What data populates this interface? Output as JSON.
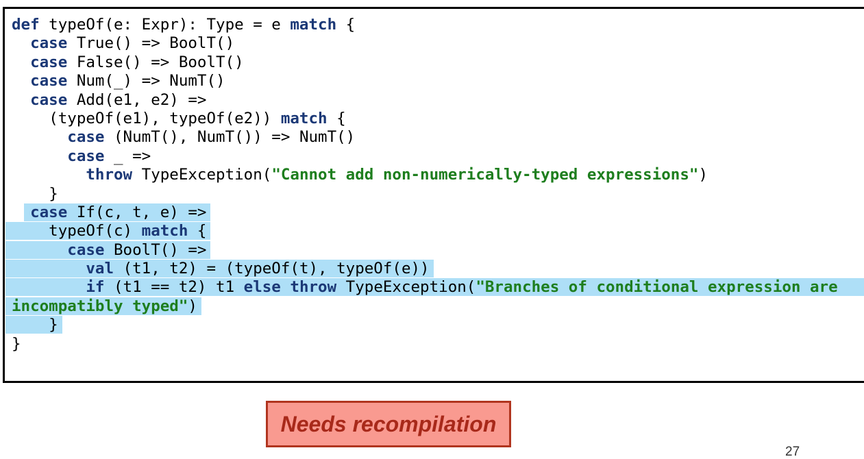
{
  "colors": {
    "keyword": "#1b3876",
    "string": "#1e7e1e",
    "plain": "#000000",
    "highlight": "#aedff7",
    "callout_bg": "#f99a90",
    "callout_border": "#b1351f",
    "callout_text": "#a8291a",
    "code_border": "#000000"
  },
  "code": {
    "language": "scala",
    "lines": [
      {
        "pre": "",
        "hl": false,
        "segments": [
          {
            "s": "kw",
            "t": "def"
          },
          {
            "s": "pl",
            "t": " typeOf(e: Expr): Type = e "
          },
          {
            "s": "kw",
            "t": "match"
          },
          {
            "s": "pl",
            "t": " {"
          }
        ]
      },
      {
        "pre": "  ",
        "hl": false,
        "segments": [
          {
            "s": "kw",
            "t": "case"
          },
          {
            "s": "pl",
            "t": " True() => BoolT()"
          }
        ]
      },
      {
        "pre": "  ",
        "hl": false,
        "segments": [
          {
            "s": "kw",
            "t": "case"
          },
          {
            "s": "pl",
            "t": " False() => BoolT()"
          }
        ]
      },
      {
        "pre": "  ",
        "hl": false,
        "segments": [
          {
            "s": "kw",
            "t": "case"
          },
          {
            "s": "pl",
            "t": " Num(_) => NumT()"
          }
        ]
      },
      {
        "pre": "  ",
        "hl": false,
        "segments": [
          {
            "s": "kw",
            "t": "case"
          },
          {
            "s": "pl",
            "t": " Add(e1, e2) =>"
          }
        ]
      },
      {
        "pre": "    ",
        "hl": false,
        "segments": [
          {
            "s": "pl",
            "t": "(typeOf(e1), typeOf(e2)) "
          },
          {
            "s": "kw",
            "t": "match"
          },
          {
            "s": "pl",
            "t": " {"
          }
        ]
      },
      {
        "pre": "      ",
        "hl": false,
        "segments": [
          {
            "s": "kw",
            "t": "case"
          },
          {
            "s": "pl",
            "t": " (NumT(), NumT()) => NumT()"
          }
        ]
      },
      {
        "pre": "      ",
        "hl": false,
        "segments": [
          {
            "s": "kw",
            "t": "case"
          },
          {
            "s": "pl",
            "t": " _ =>"
          }
        ]
      },
      {
        "pre": "        ",
        "hl": false,
        "segments": [
          {
            "s": "kw",
            "t": "throw"
          },
          {
            "s": "pl",
            "t": " TypeException("
          },
          {
            "s": "str",
            "t": "\"Cannot add non-numerically-typed expressions\""
          },
          {
            "s": "pl",
            "t": ")"
          }
        ]
      },
      {
        "pre": "    ",
        "hl": false,
        "segments": [
          {
            "s": "pl",
            "t": "}"
          }
        ]
      },
      {
        "pre": "  ",
        "hl": true,
        "segments": [
          {
            "s": "kw",
            "t": "case"
          },
          {
            "s": "pl",
            "t": " If(c, t, e) =>"
          }
        ]
      },
      {
        "pre": "",
        "hl": true,
        "segments": [
          {
            "s": "pl",
            "t": "    typeOf(c) "
          },
          {
            "s": "kw",
            "t": "match"
          },
          {
            "s": "pl",
            "t": " {"
          }
        ]
      },
      {
        "pre": "",
        "hl": true,
        "segments": [
          {
            "s": "pl",
            "t": "      "
          },
          {
            "s": "kw",
            "t": "case"
          },
          {
            "s": "pl",
            "t": " BoolT() =>"
          }
        ]
      },
      {
        "pre": "",
        "hl": true,
        "segments": [
          {
            "s": "pl",
            "t": "        "
          },
          {
            "s": "kw",
            "t": "val"
          },
          {
            "s": "pl",
            "t": " (t1, t2) = (typeOf(t), typeOf(e))"
          }
        ]
      },
      {
        "pre": "",
        "hl": true,
        "ext": true,
        "segments": [
          {
            "s": "pl",
            "t": "        "
          },
          {
            "s": "kw",
            "t": "if"
          },
          {
            "s": "pl",
            "t": " (t1 == t2) t1 "
          },
          {
            "s": "kw",
            "t": "else"
          },
          {
            "s": "pl",
            "t": " "
          },
          {
            "s": "kw",
            "t": "throw"
          },
          {
            "s": "pl",
            "t": " TypeException("
          },
          {
            "s": "str",
            "t": "\"Branches of conditional expression are"
          }
        ]
      },
      {
        "pre": "",
        "hl": true,
        "segments": [
          {
            "s": "str",
            "t": "incompatibly typed\""
          },
          {
            "s": "pl",
            "t": ")"
          }
        ]
      },
      {
        "pre": "",
        "hl": true,
        "segments": [
          {
            "s": "pl",
            "t": "    }"
          }
        ]
      },
      {
        "pre": "",
        "hl": false,
        "segments": [
          {
            "s": "pl",
            "t": "}"
          }
        ]
      }
    ]
  },
  "callout": {
    "label": "Needs recompilation"
  },
  "footer": {
    "page_number": "27"
  }
}
